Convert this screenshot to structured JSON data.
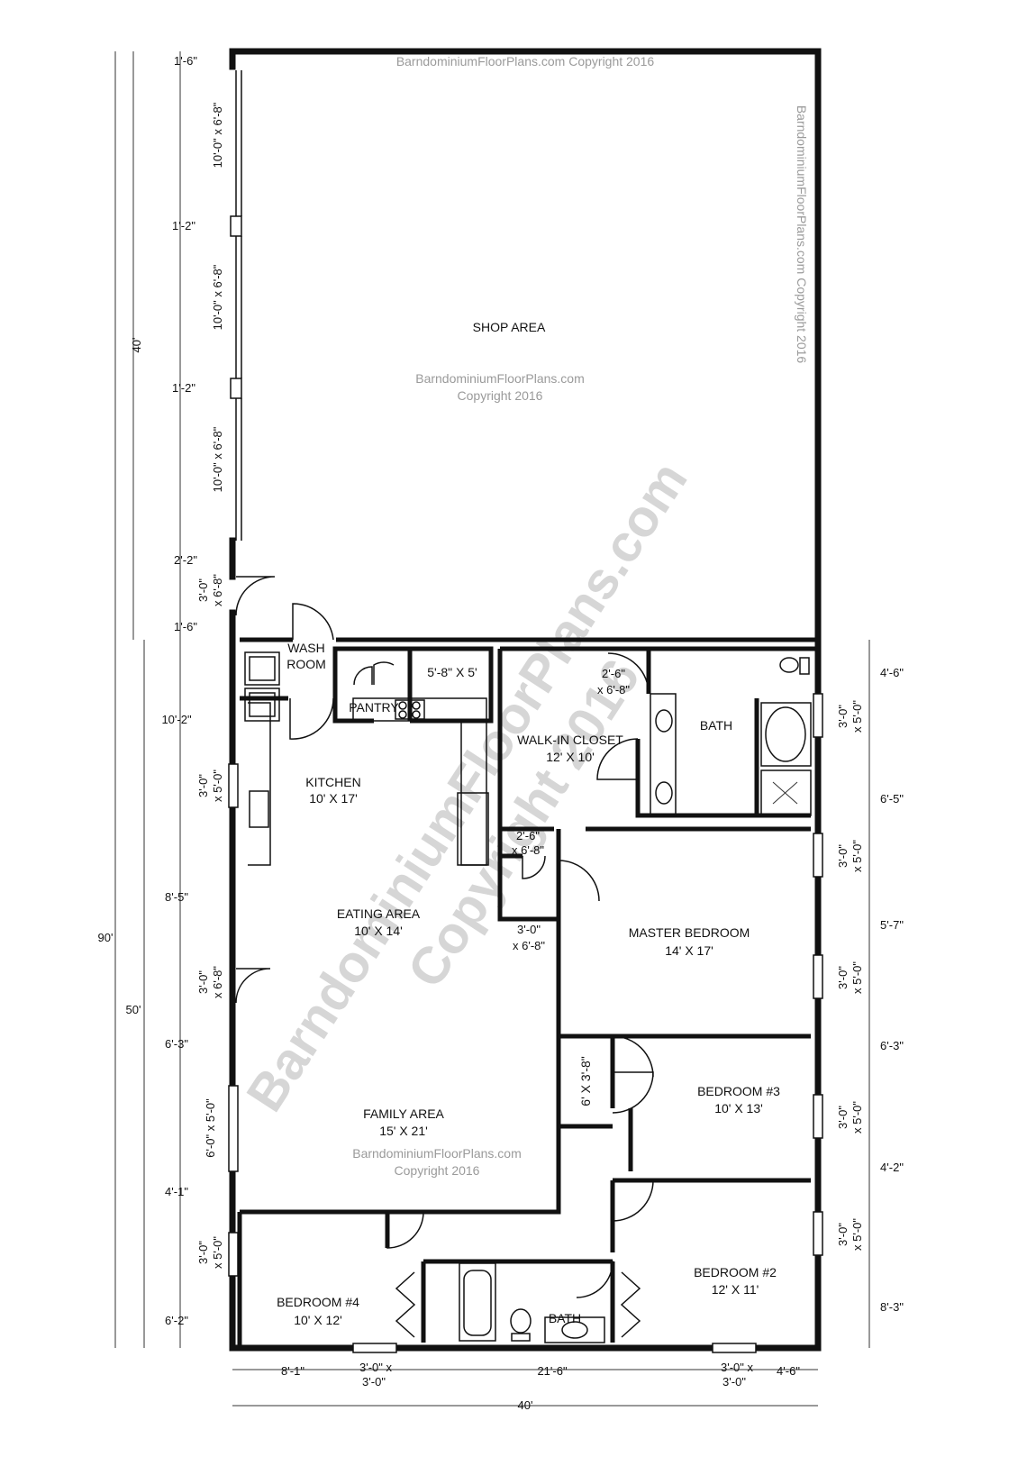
{
  "watermarks": {
    "top_line": "BarndominiumFloorPlans.com Copyright 2016",
    "side_line": "BarndominiumFloorPlans.com Copyright 2016",
    "center_site": "BarndominiumFloorPlans.com",
    "center_year": "Copyright 2016",
    "lower_site": "BarndominiumFloorPlans.com",
    "lower_year": "Copyright 2016",
    "big_line1": "BarndominiumFloorPlans.com",
    "big_line2": "Copyright 2016"
  },
  "rooms": {
    "shop": {
      "name": "SHOP AREA"
    },
    "wash_room": {
      "line1": "WASH",
      "line2": "ROOM"
    },
    "pantry": {
      "name": "PANTRY"
    },
    "storage": {
      "size": "5'-8\" X 5'"
    },
    "walk_in_closet": {
      "name": "WALK-IN CLOSET",
      "size": "12' X 10'"
    },
    "master_bath": {
      "name": "BATH"
    },
    "kitchen": {
      "name": "KITCHEN",
      "size": "10' X 17'"
    },
    "eating_area": {
      "name": "EATING AREA",
      "size": "10' X 14'"
    },
    "master_bedroom": {
      "name": "MASTER BEDROOM",
      "size": "14' X 17'"
    },
    "closet_hall": {
      "size": "6' X 3'-8\""
    },
    "bedroom3": {
      "name": "BEDROOM #3",
      "size": "10' X 13'"
    },
    "family_area": {
      "name": "FAMILY AREA",
      "size": "15' X 21'"
    },
    "bedroom2": {
      "name": "BEDROOM #2",
      "size": "12' X 11'"
    },
    "bedroom4": {
      "name": "BEDROOM #4",
      "size": "10' X 12'"
    },
    "hall_bath": {
      "name": "BATH"
    }
  },
  "doors": {
    "closet_door": {
      "line1": "2'-6\"",
      "line2": "x 6'-8\""
    },
    "master_closet_door": {
      "line1": "2'-6\"",
      "line2": "x 6'-8\""
    },
    "master_door": {
      "line1": "3'-0\"",
      "line2": "x 6'-8\""
    }
  },
  "left_outer": {
    "top": "40'",
    "middle": "90'",
    "bottom": "50'"
  },
  "left_shop": {
    "d1": "1'-6\"",
    "door1": "10'-0\" x 6'-8\"",
    "d2": "1'-2\"",
    "door2": "10'-0\" x 6'-8\"",
    "d3": "1'-2\"",
    "door3": "10'-0\" x 6'-8\"",
    "d4": "2'-2\"",
    "entry_line1": "3'-0\"",
    "entry_line2": "x 6'-8\"",
    "d5": "1'-6\""
  },
  "left_house": {
    "d1": "10'-2\"",
    "win1_line1": "3'-0\"",
    "win1_line2": "x 5'-0\"",
    "d2": "8'-5\"",
    "door_line1": "3'-0\"",
    "door_line2": "x 6'-8\"",
    "d3": "6'-3\"",
    "win2": "6'-0\" x 5'-0\"",
    "d4": "4'-1\"",
    "win3_line1": "3'-0\"",
    "win3_line2": "x 5'-0\"",
    "d5": "6'-2\""
  },
  "right_house": {
    "d1": "4'-6\"",
    "win1_line1": "3'-0\"",
    "win1_line2": "x 5'-0\"",
    "d2": "6'-5\"",
    "win2_line1": "3'-0\"",
    "win2_line2": "x 5'-0\"",
    "d3": "5'-7\"",
    "win3_line1": "3'-0\"",
    "win3_line2": "x 5'-0\"",
    "d4": "6'-3\"",
    "win4_line1": "3'-0\"",
    "win4_line2": "x 5'-0\"",
    "d5": "4'-2\"",
    "win5_line1": "3'-0\"",
    "win5_line2": "x 5'-0\"",
    "d6": "8'-3\""
  },
  "bottom": {
    "d1": "8'-1\"",
    "win1_line1": "3'-0\" x",
    "win1_line2": "3'-0\"",
    "d2": "21'-6\"",
    "win2_line1": "3'-0\" x",
    "win2_line2": "3'-0\"",
    "d3": "4'-6\"",
    "total": "40'"
  },
  "colors": {
    "ink": "#111111",
    "watermark_light": "#d6d6d6",
    "watermark_text": "#9a9a9a"
  }
}
